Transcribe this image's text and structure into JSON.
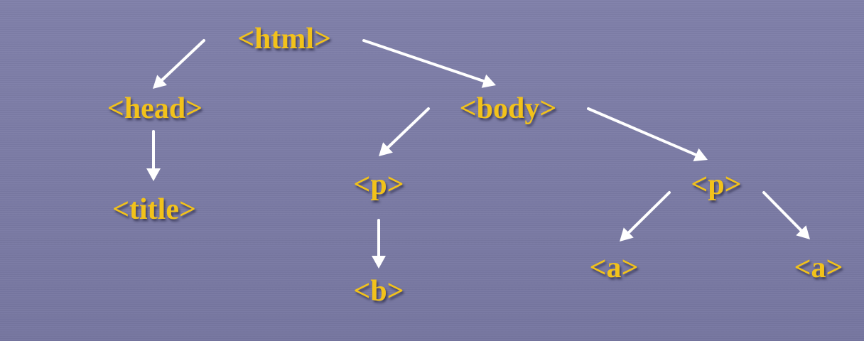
{
  "nodes": [
    {
      "id": "html",
      "label": "<html>"
    },
    {
      "id": "head",
      "label": "<head>"
    },
    {
      "id": "title",
      "label": "<title>"
    },
    {
      "id": "body",
      "label": "<body>"
    },
    {
      "id": "p1",
      "label": "<p>"
    },
    {
      "id": "b",
      "label": "<b>"
    },
    {
      "id": "p2",
      "label": "<p>"
    },
    {
      "id": "a1",
      "label": "<a>"
    },
    {
      "id": "a2",
      "label": "<a>"
    }
  ],
  "edges": [
    {
      "from": "html",
      "to": "head"
    },
    {
      "from": "html",
      "to": "body"
    },
    {
      "from": "head",
      "to": "title"
    },
    {
      "from": "body",
      "to": "p1"
    },
    {
      "from": "body",
      "to": "p2"
    },
    {
      "from": "p1",
      "to": "b"
    },
    {
      "from": "p2",
      "to": "a1"
    },
    {
      "from": "p2",
      "to": "a2"
    }
  ],
  "colors": {
    "background": "#7a7aa4",
    "tag_text": "#f2c21b",
    "arrow": "#ffffff"
  }
}
